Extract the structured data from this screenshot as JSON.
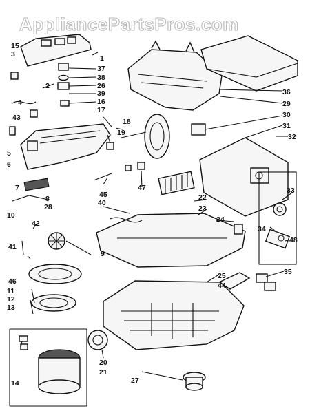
{
  "watermark": "AppliancePartsPros.com",
  "callouts": {
    "c1": "1",
    "c2": "2",
    "c3": "3",
    "c4": "4",
    "c5": "5",
    "c6": "6",
    "c7": "7",
    "c8": "8",
    "c9": "9",
    "c10": "10",
    "c11": "11",
    "c12": "12",
    "c13": "13",
    "c14": "14",
    "c15": "15",
    "c16": "16",
    "c17": "17",
    "c18": "18",
    "c19": "19",
    "c20": "20",
    "c21": "21",
    "c22": "22",
    "c23": "23",
    "c24": "24",
    "c25": "25",
    "c26": "26",
    "c27": "27",
    "c28": "28",
    "c29": "29",
    "c30": "30",
    "c31": "31",
    "c32": "32",
    "c33": "33",
    "c34": "34",
    "c35": "35",
    "c36": "36",
    "c37": "37",
    "c38": "38",
    "c39": "39",
    "c40": "40",
    "c41": "41",
    "c42": "42",
    "c43": "43",
    "c44": "44",
    "c45": "45",
    "c46": "46",
    "c47": "47",
    "c48": "48"
  }
}
